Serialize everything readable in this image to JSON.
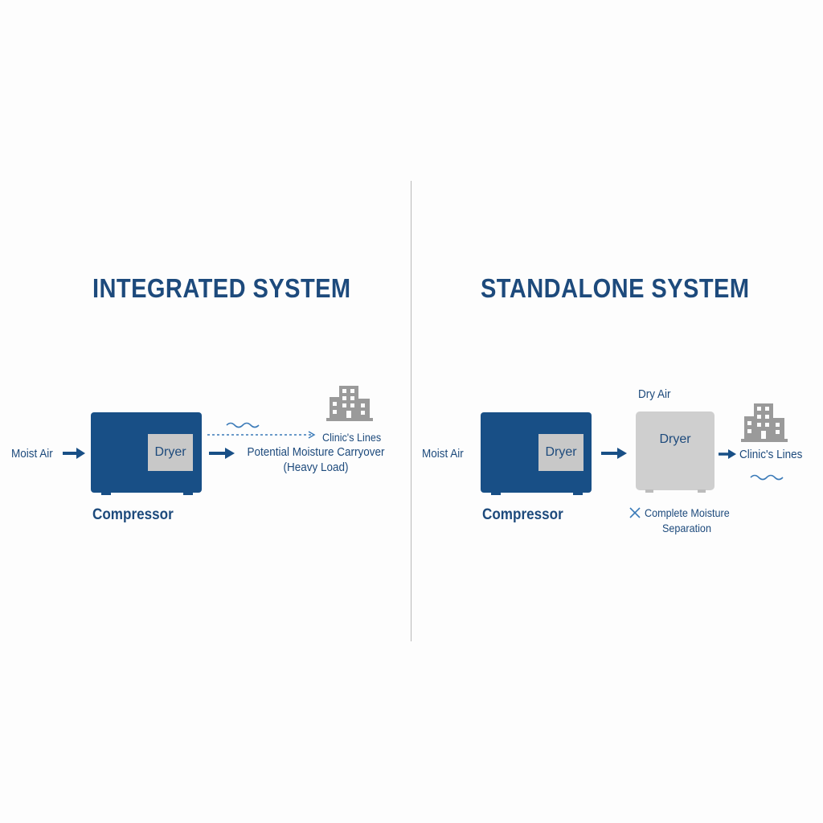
{
  "integrated": {
    "title": "INTEGRATED SYSTEM",
    "input_label": "Moist Air",
    "dryer_label": "Dryer",
    "compressor_label": "Compressor",
    "output_label": "Clinic's Lines",
    "note_line1": "Potential Moisture Carryover",
    "note_line2": "(Heavy Load)"
  },
  "standalone": {
    "title": "STANDALONE SYSTEM",
    "input_label": "Moist Air",
    "dryer_label": "Dryer",
    "compressor_label": "Compressor",
    "dry_air_label": "Dry Air",
    "separate_dryer_label": "Dryer",
    "output_label": "Clinic's Lines",
    "note_line1": "Complete Moisture",
    "note_line2": "Separation"
  },
  "colors": {
    "primary": "#184f86",
    "text": "#1d4a7c",
    "dryer_gray": "#cfcfcf",
    "icon_gray": "#9a9a9a"
  }
}
